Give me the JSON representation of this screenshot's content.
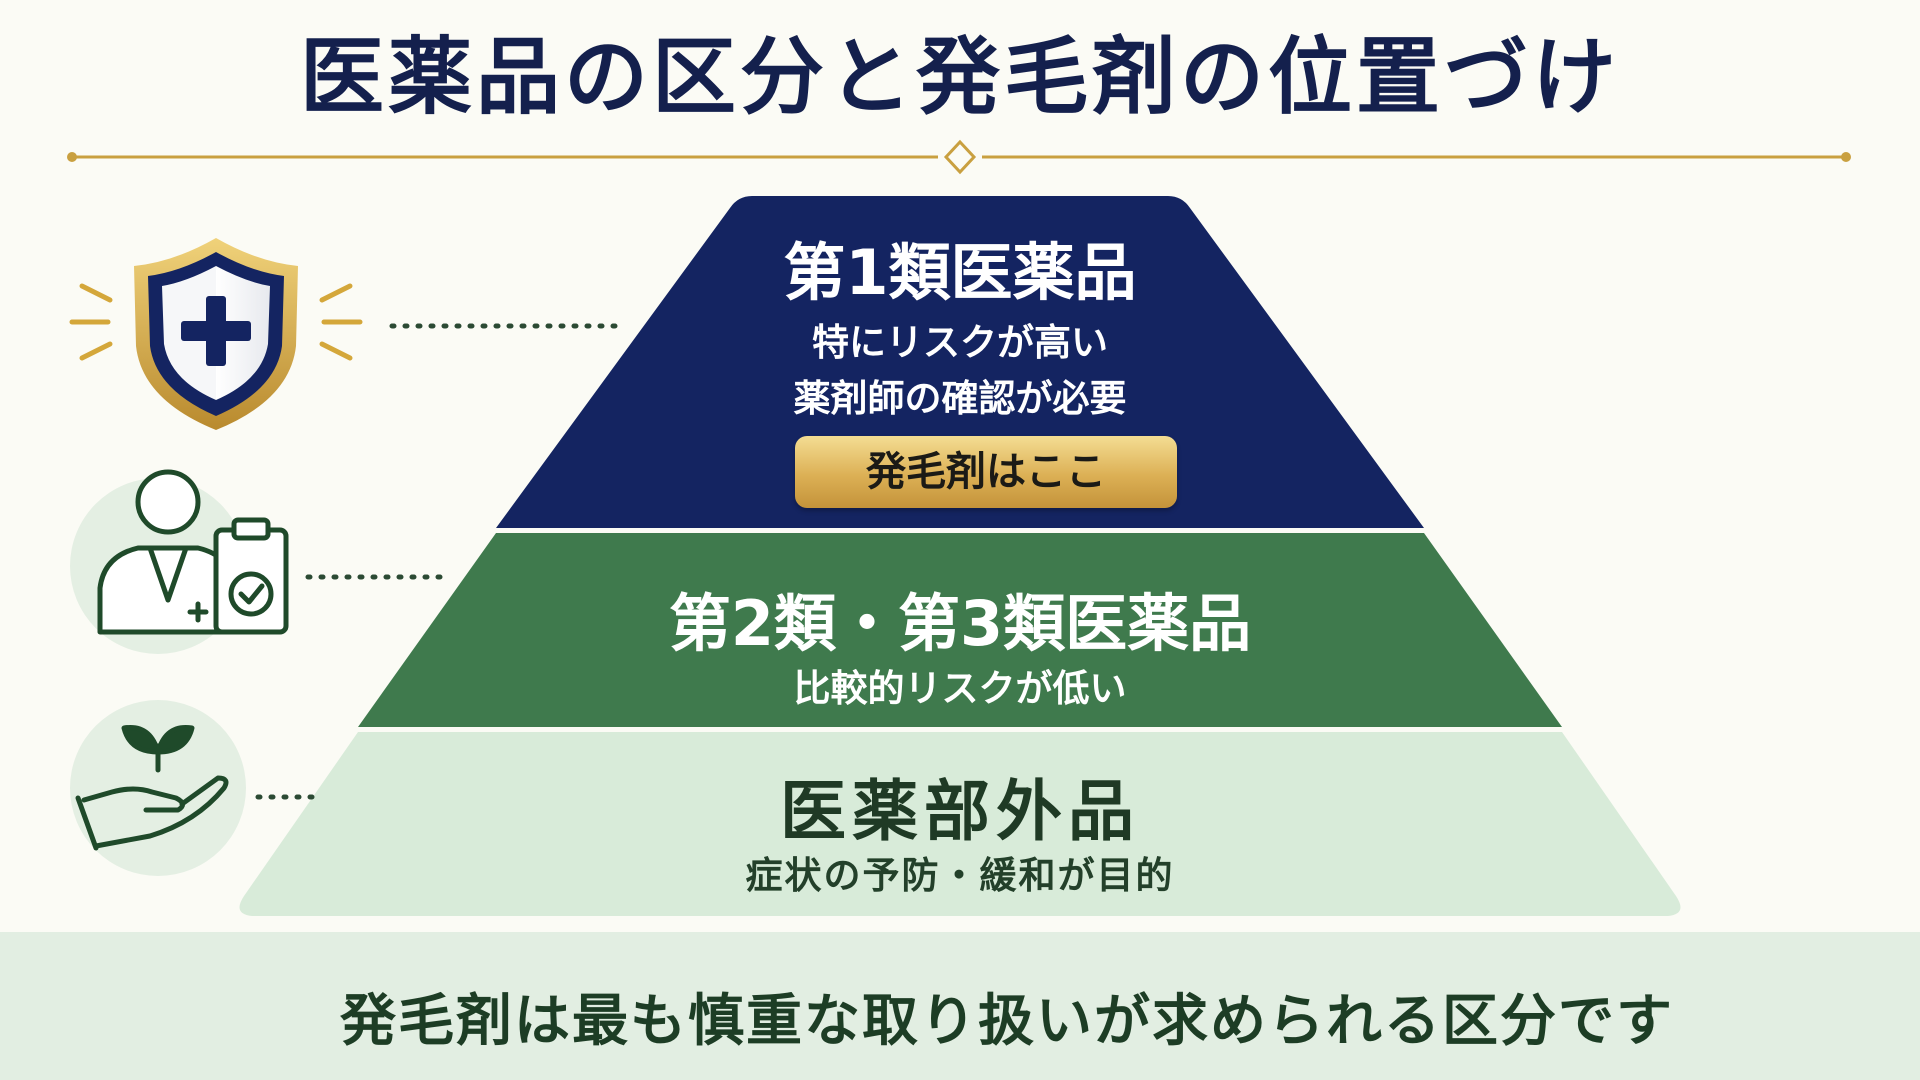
{
  "title": "医薬品の区分と発毛剤の位置づけ",
  "tiers": [
    {
      "title": "第1類医薬品",
      "lines": [
        "特にリスクが高い",
        "薬剤師の確認が必要"
      ],
      "badge": "発毛剤はここ",
      "color": "#142461",
      "icon": "shield-plus-icon"
    },
    {
      "title": "第2類・第3類医薬品",
      "lines": [
        "比較的リスクが低い"
      ],
      "color": "#3f7a4d",
      "icon": "pharmacist-clipboard-icon"
    },
    {
      "title": "医薬部外品",
      "lines": [
        "症状の予防・緩和が目的"
      ],
      "color": "#d8ebd9",
      "icon": "hand-sprout-icon"
    }
  ],
  "footer": {
    "icon": "lightbulb-icon",
    "text": "発毛剤は最も慎重な取り扱いが求められる区分です"
  },
  "colors": {
    "navy": "#142461",
    "green": "#3f7a4d",
    "light_green": "#d8ebd9",
    "gold": "#c9a040",
    "background": "#fbfbf5"
  }
}
